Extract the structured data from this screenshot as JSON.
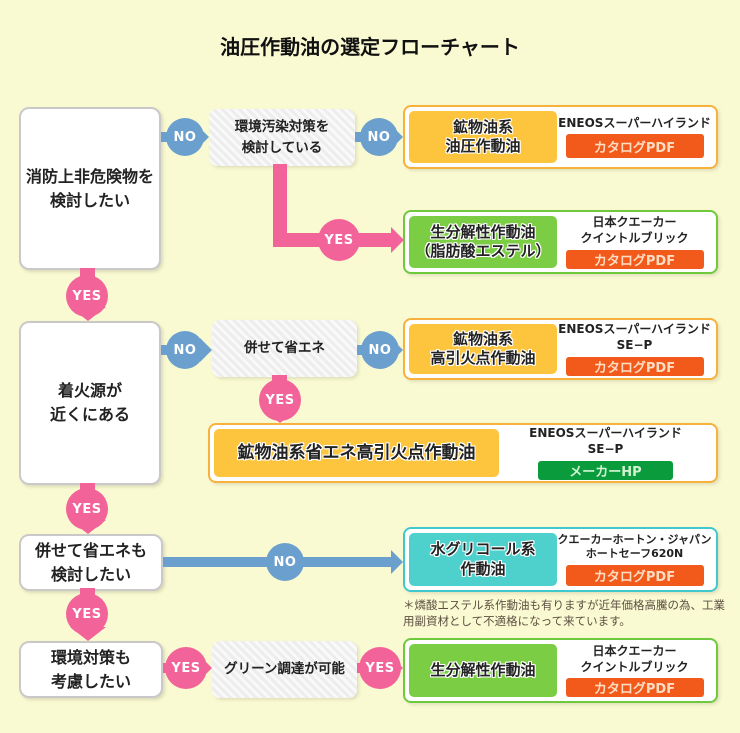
{
  "title": "油圧作動油の選定フローチャート",
  "labels": {
    "yes": "YES",
    "no": "NO"
  },
  "questions": {
    "q1": "消防上非危険物を\n検討したい",
    "q2": "着火源が\n近くにある",
    "q3": "併せて省エネも\n検討したい",
    "q4": "環境対策も\n考慮したい"
  },
  "decisions": {
    "d1": "環境汚染対策を\n検討している",
    "d2": "併せて省エネ",
    "d3": "グリーン調達が可能"
  },
  "results": {
    "r1": {
      "product": "鉱物油系\n油圧作動油",
      "maker": "ENEOSスーパーハイランド",
      "button": "カタログPDF"
    },
    "r2": {
      "product": "生分解性作動油\n（脂肪酸エステル）",
      "maker": "日本クエーカー\nクイントルブリック",
      "button": "カタログPDF"
    },
    "r3": {
      "product": "鉱物油系\n高引火点作動油",
      "maker": "ENEOSスーパーハイランド\nSE−P",
      "button": "カタログPDF"
    },
    "r4": {
      "product": "鉱物油系省エネ高引火点作動油",
      "maker": "ENEOSスーパーハイランド\nSE−P",
      "button": "メーカーHP"
    },
    "r5": {
      "product": "水グリコール系\n作動油",
      "maker": "クエーカーホートン・ジャパン\nホートセーフ620N",
      "button": "カタログPDF"
    },
    "r6": {
      "product": "生分解性作動油",
      "maker": "日本クエーカー\nクイントルブリック",
      "button": "カタログPDF"
    }
  },
  "note": "＊燐酸エステル系作動油も有りますが近年価格高騰の為、工業\n用副資材として不適格になって来ています。",
  "colors": {
    "background": "#fafad2",
    "no_blue": "#6b9fce",
    "yes_pink": "#f2639a",
    "orange_border": "#f7b13c",
    "orange_fill": "#fcc53d",
    "green_border": "#6fc93d",
    "green_fill": "#7bce43",
    "teal_border": "#3fc8ce",
    "teal_fill": "#4ed0cd",
    "pdf_button": "#f15a1b",
    "hp_button": "#0a9b3c",
    "note_text": "#5d4f42"
  }
}
